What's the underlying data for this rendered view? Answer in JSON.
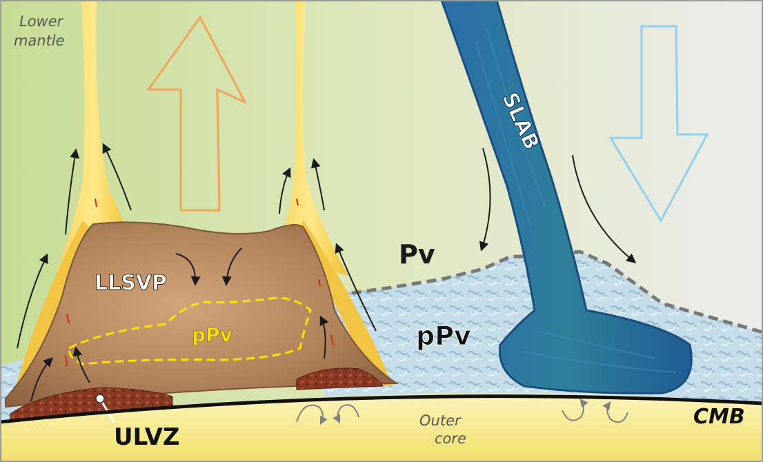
{
  "labels": {
    "lower_mantle_1": "Lower",
    "lower_mantle_2": "mantle",
    "slab": "SLAB",
    "pv": "Pv",
    "ppv_right": "pPv",
    "llsvp": "LLSVP",
    "ppv_inner": "pPv",
    "ulvz": "ULVZ",
    "cmb": "CMB",
    "outer_core_1": "Outer",
    "outer_core_2": "core"
  },
  "colors": {
    "mantle_left": "#c9de9a",
    "mantle_right": "#ececec",
    "outer_core": "#f5e98a",
    "plume": "#f2c33a",
    "llsvp": "#b98a5c",
    "ppv_layer": "#b8d4e4",
    "slab": "#2e6fa6",
    "up_arrow": "#f2a35a",
    "down_arrow": "#8fd0ee",
    "ulvz": "#8a3a22",
    "dashed_boundary": "#777777",
    "ppv_lens": "#ffe400"
  }
}
